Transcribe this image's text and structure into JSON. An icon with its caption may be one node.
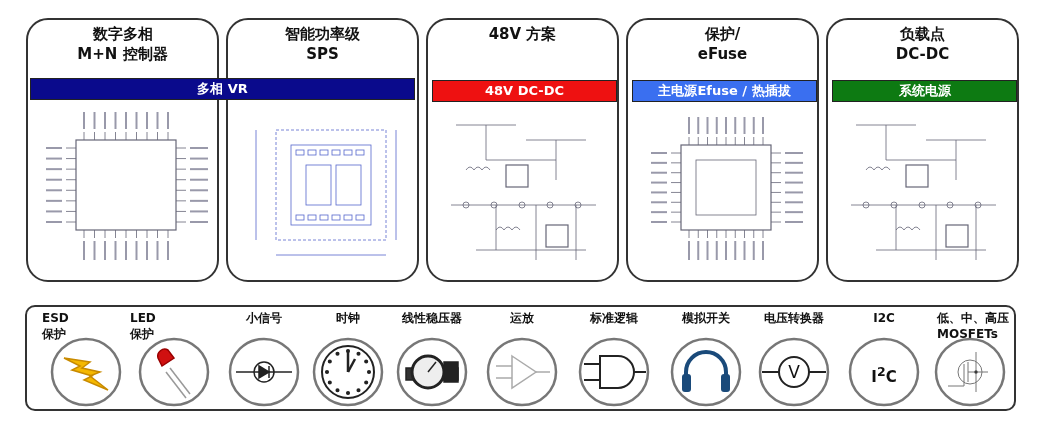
{
  "diagram": {
    "nodes": [
      {
        "text": [
          "数字多相 M+N 控制器"
        ]
      },
      {
        "text": [
          "智能功率级 SPS"
        ]
      },
      {
        "text": [
          "48V 方案"
        ]
      },
      {
        "text": [
          "保护/ eFuse"
        ]
      },
      {
        "text": [
          "负载点 DC-DC"
        ]
      },
      {
        "text": [
          "多相 VR"
        ]
      },
      {
        "text": [
          "48V DC-DC"
        ],
        "in": 2
      },
      {
        "text": [
          "主电源Efuse / 热插拔"
        ],
        "in": 3
      },
      {
        "text": [
          "系统电源"
        ],
        "in": 4
      },
      {
        "text": [],
        "shape": "picture",
        "in": 0
      },
      {
        "text": [],
        "shape": "picture",
        "in": 1
      },
      {
        "text": [],
        "shape": "picture",
        "in": 2
      },
      {
        "text": [],
        "shape": "picture",
        "in": 3
      },
      {
        "text": [],
        "shape": "picture",
        "in": 4
      },
      {
        "text": [],
        "shape": "box"
      },
      {
        "text": [
          "ESD 保护"
        ],
        "in": 14
      },
      {
        "text": [
          "LED 保护"
        ],
        "in": 14
      },
      {
        "text": [
          "小信号"
        ],
        "in": 14
      },
      {
        "text": [
          "时钟"
        ],
        "in": 14
      },
      {
        "text": [
          "线性稳压器"
        ],
        "in": 14
      },
      {
        "text": [
          "运放"
        ],
        "in": 14
      },
      {
        "text": [
          "标准逻辑"
        ],
        "in": 14
      },
      {
        "text": [
          "模拟开关"
        ],
        "in": 14
      },
      {
        "text": [
          "电压转换器",
          "V"
        ],
        "in": 14
      },
      {
        "text": [
          "I2C",
          "I$^{2}$C"
        ],
        "in": 14
      },
      {
        "text": [
          "低、中、高压 MOSFETs"
        ],
        "in": 14
      }
    ],
    "edges": []
  }
}
